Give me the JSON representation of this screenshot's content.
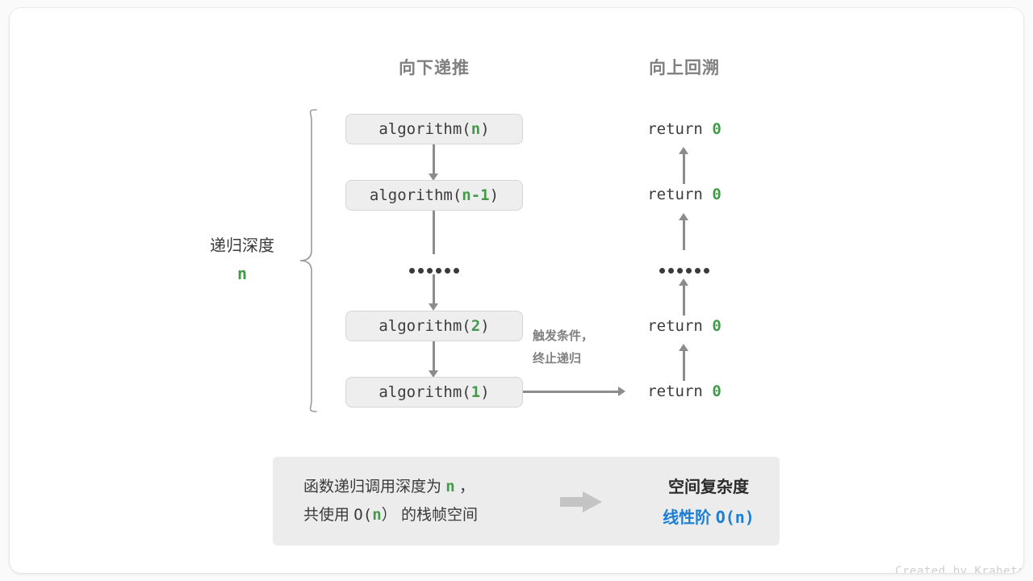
{
  "headers": {
    "left": "向下递推",
    "right": "向上回溯"
  },
  "depth": {
    "label": "递归深度",
    "value": "n"
  },
  "calls": [
    {
      "fn": "algorithm(",
      "arg": "n",
      "close": ")"
    },
    {
      "fn": "algorithm(",
      "arg": "n-1",
      "close": ")"
    },
    {
      "fn": "algorithm(",
      "arg": "2",
      "close": ")"
    },
    {
      "fn": "algorithm(",
      "arg": "1",
      "close": ")"
    }
  ],
  "returns": [
    {
      "kw": "return",
      "val": "0"
    },
    {
      "kw": "return",
      "val": "0"
    },
    {
      "kw": "return",
      "val": "0"
    },
    {
      "kw": "return",
      "val": "0"
    }
  ],
  "ellipsis": "······",
  "trigger_note": {
    "line1": "触发条件，",
    "line2": "终止递归"
  },
  "summary": {
    "left_line1_a": "函数递归调用深度为",
    "left_line1_n": "n",
    "left_line1_b": "，",
    "left_line2_a": "共使用",
    "left_line2_o": "O(",
    "left_line2_n": "n",
    "left_line2_c": "）",
    "left_line2_b": "的栈帧空间",
    "right_title": "空间复杂度",
    "right_value_text": "线性阶",
    "right_value_big": "O(n)"
  },
  "credit": "Created by Krahets",
  "colors": {
    "green": "#439a48",
    "blue": "#1a7fd4",
    "gray_text": "#808080",
    "arrow": "#8c8c8c",
    "box_fill": "#eeeeee",
    "panel_fill": "#ececec"
  }
}
